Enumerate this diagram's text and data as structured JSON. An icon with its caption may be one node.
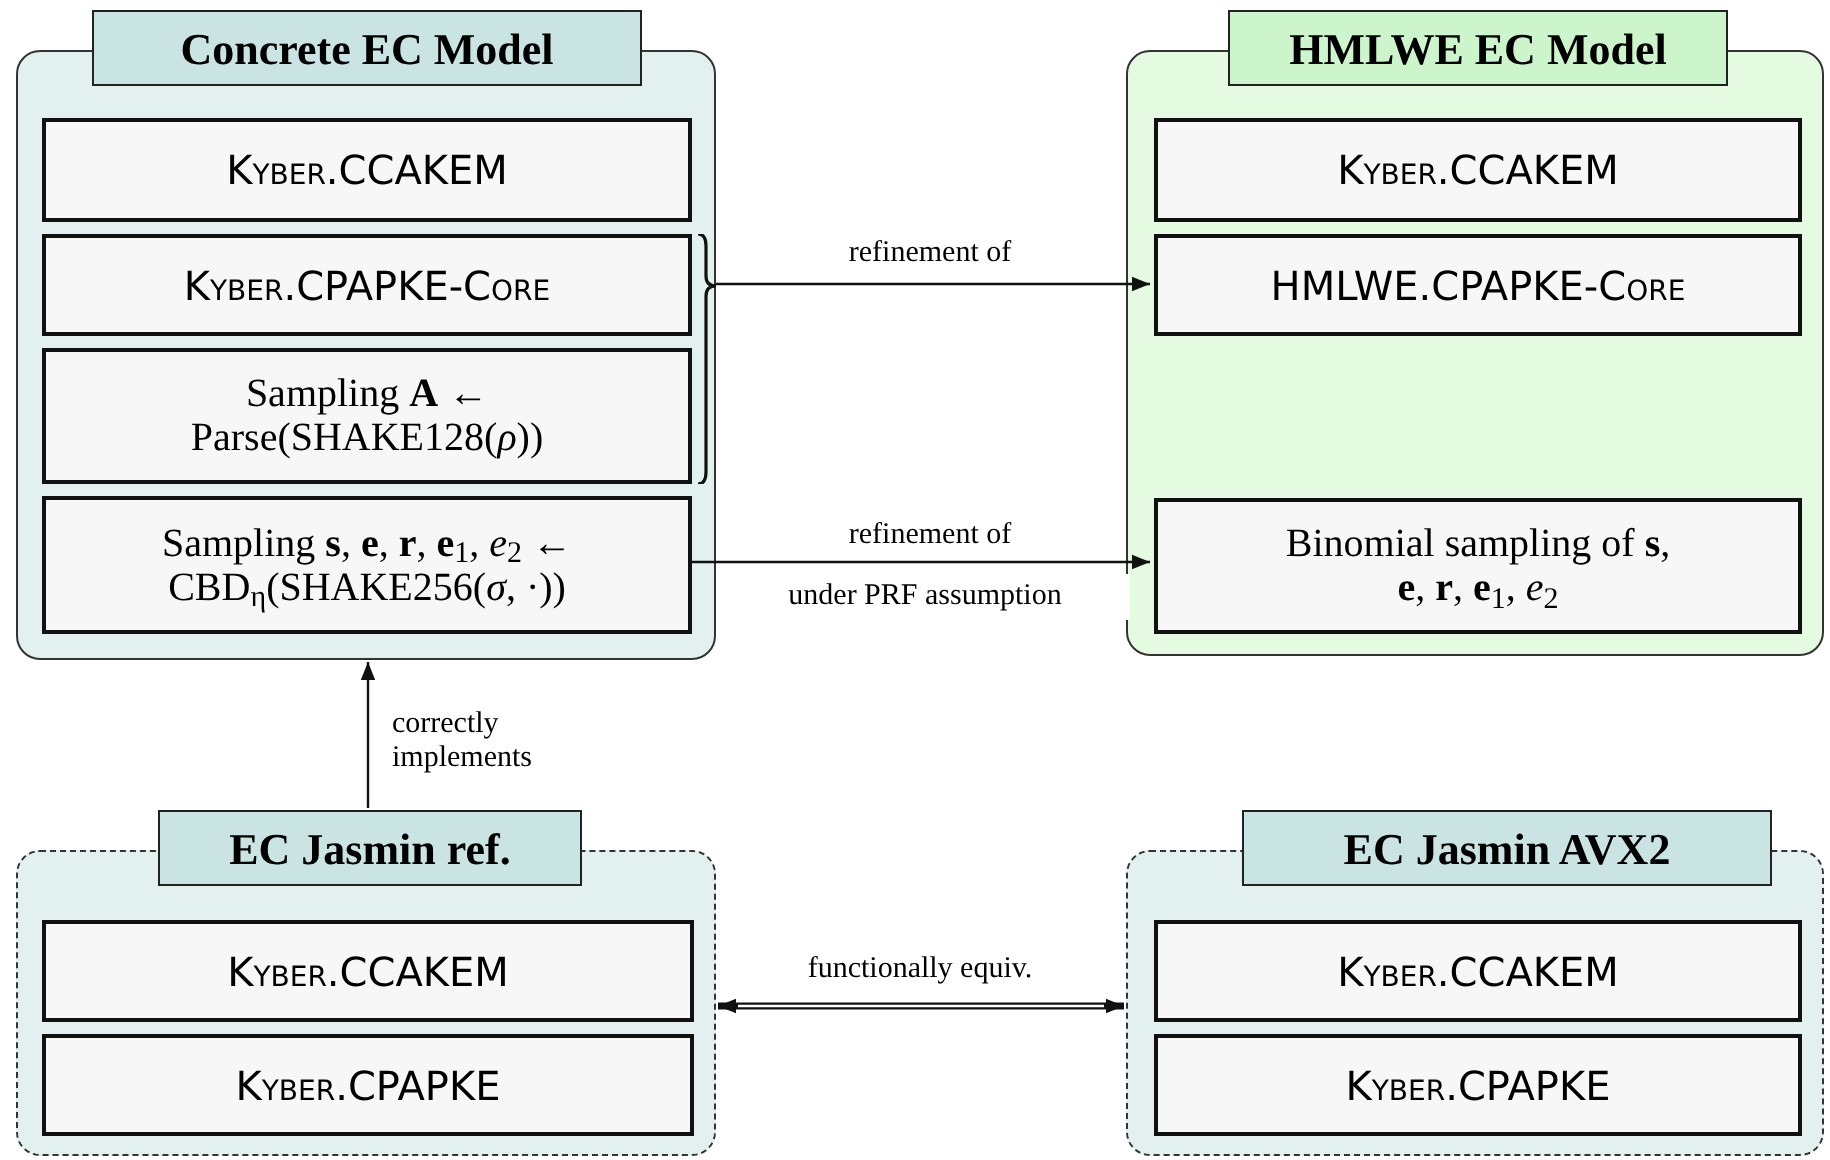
{
  "diagram": {
    "nodes": [
      {
        "text": [
          "Concrete EC Model"
        ]
      },
      {
        "text": [
          "Kyber.CCAKEM"
        ],
        "in": 0
      },
      {
        "text": [
          "Kyber.CPAPKE-Core"
        ],
        "in": 0
      },
      {
        "text": [
          "Sampling **A** ← Parse(SHAKE128(*ρ*))"
        ],
        "in": 0
      },
      {
        "text": [
          "Sampling **s**, **e**, **r**, **e**$_{1}$, *e*$_{2}$ ← CBD$_{η}$(SHAKE256(*σ*, ·))"
        ],
        "in": 0
      },
      {
        "text": [],
        "shape": "bracket",
        "in": 0
      },
      {
        "text": [
          "HMLWE EC Model"
        ]
      },
      {
        "text": [
          "Kyber.CCAKEM"
        ],
        "in": 6
      },
      {
        "text": [
          "HMLWE.CPAPKE-Core"
        ],
        "in": 6
      },
      {
        "text": [
          "Binomial sampling of **s**, **e**, **r**, **e**$_{1}$, *e*$_{2}$"
        ],
        "in": 6
      },
      {
        "text": [
          "EC Jasmin ref."
        ]
      },
      {
        "text": [
          "Kyber.CCAKEM"
        ],
        "in": 10
      },
      {
        "text": [
          "Kyber.CPAPKE"
        ],
        "in": 10
      },
      {
        "text": [
          "EC Jasmin AVX2"
        ]
      },
      {
        "text": [
          "Kyber.CCAKEM"
        ],
        "in": 13
      },
      {
        "text": [
          "Kyber.CPAPKE"
        ],
        "in": 13
      }
    ],
    "edges": [
      {
        "from": 5,
        "to": 8,
        "arrow": "to",
        "label": "refinement of"
      },
      {
        "from": 4,
        "to": 9,
        "arrow": "to",
        "label": "refinement of"
      },
      {
        "from": 10,
        "to": 0,
        "arrow": "to",
        "label": "correctly implements"
      },
      {
        "from": 10,
        "to": 13,
        "arrow": "both",
        "label": "functionally equiv.",
        "style": "thick"
      }
    ],
    "labels": [
      "under PRF assumption"
    ]
  }
}
